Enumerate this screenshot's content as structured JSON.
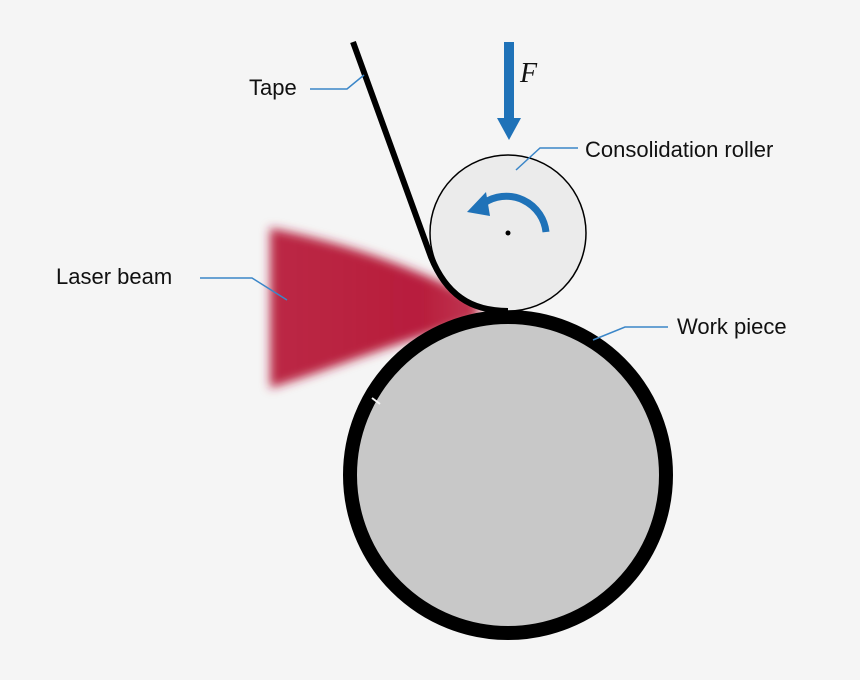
{
  "labels": {
    "tape": "Tape",
    "force": "F",
    "roller": "Consolidation roller",
    "laser": "Laser beam",
    "workpiece": "Work piece"
  },
  "colors": {
    "background": "#f5f5f5",
    "accent_blue": "#1f72b8",
    "leader_blue": "#3b86c8",
    "laser_red": "#b81e3c",
    "roller_fill": "#ebebeb",
    "workpiece_fill": "#c8c8c8",
    "outline": "#000000"
  },
  "icons": {
    "rotation": "counterclockwise-arrow-icon",
    "force": "down-arrow-icon"
  }
}
